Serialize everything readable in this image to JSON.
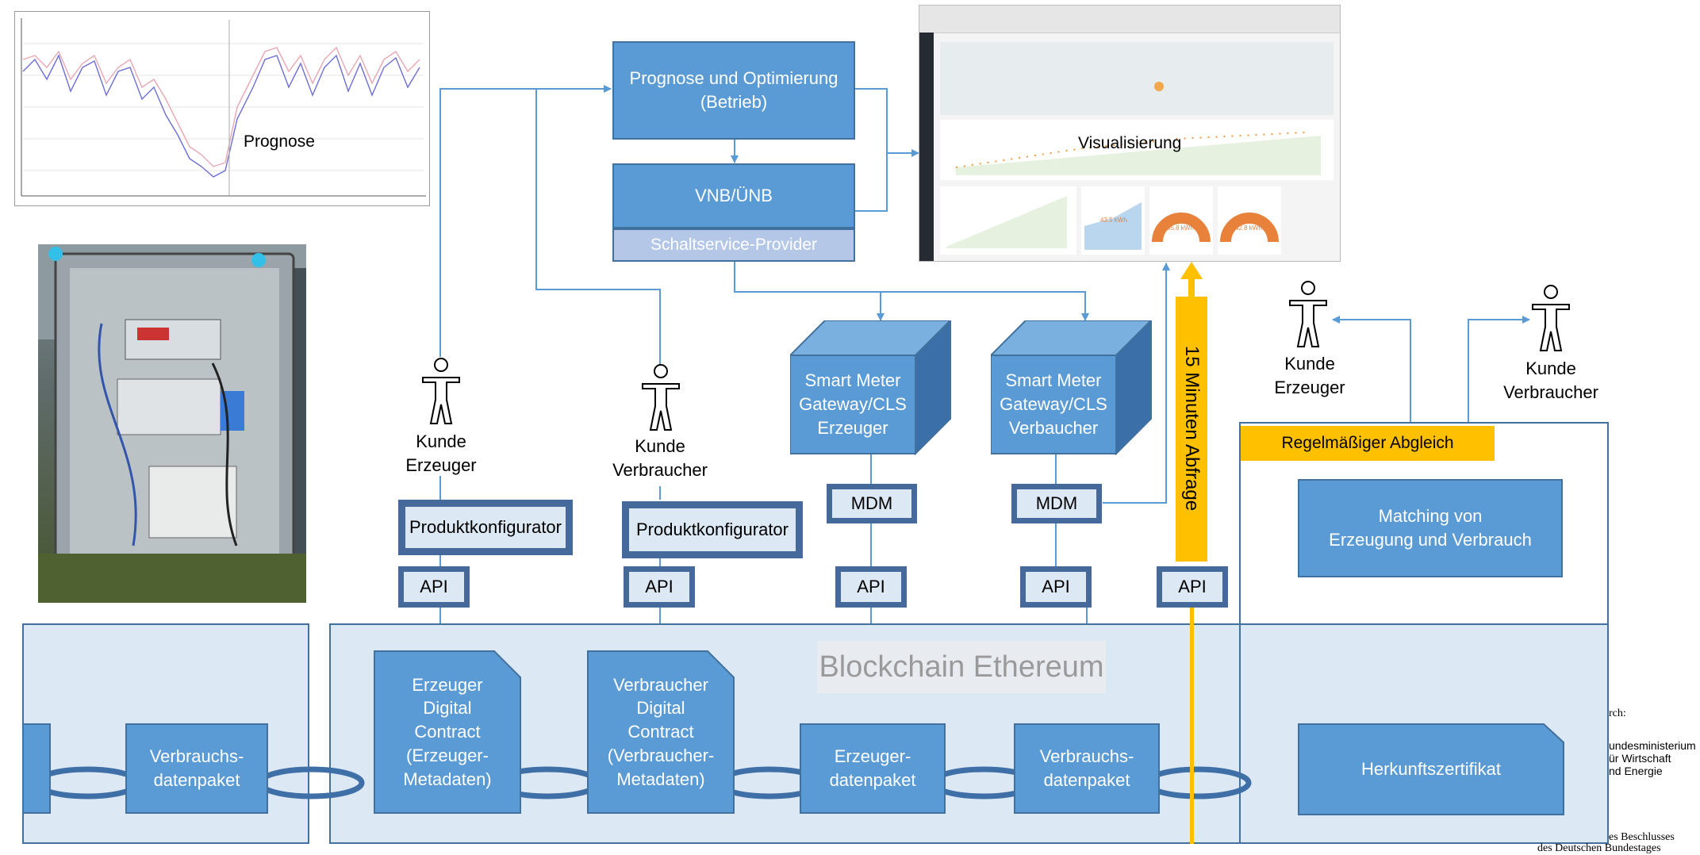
{
  "labels": {
    "prognose": "Prognose",
    "visualisierung": "Visualisierung",
    "blockchain": "Blockchain Ethereum",
    "abfrage": "15 Minuten Abfrage",
    "abgleich": "Regelmäßiger Abgleich"
  },
  "boxes": {
    "prognose_opt": "Prognose und Optimierung\n(Betrieb)",
    "vnb": "VNB/ÜNB",
    "schaltservice": "Schaltservice-Provider",
    "sm_erzeuger": "Smart Meter\nGateway/CLS\nErzeuger",
    "sm_verbraucher": "Smart Meter\nGateway/CLS\nVerbaucher",
    "matching": "Matching von\nErzeugung und Verbrauch",
    "erzeuger_contract": "Erzeuger\nDigital\nContract\n(Erzeuger-\nMetadaten)",
    "verbraucher_contract": "Verbraucher\nDigital\nContract\n(Verbraucher-\nMetadaten)",
    "erzeuger_paket": "Erzeuger-\ndatenpaket",
    "verbrauchs_paket": "Verbrauchs-\ndatenpaket",
    "verbrauchs_paket_left": "Verbrauchs-\ndatenpaket",
    "herkunft": "Herkunftszertifikat"
  },
  "frames": {
    "produkt1": "Produktkonfigurator",
    "produkt2": "Produktkonfigurator",
    "mdm1": "MDM",
    "mdm2": "MDM",
    "api1": "API",
    "api2": "API",
    "api3": "API",
    "api4": "API",
    "api5": "API"
  },
  "persons": {
    "p1": "Kunde\nErzeuger",
    "p2": "Kunde\nVerbraucher",
    "p3": "Kunde\nErzeuger",
    "p4": "Kunde\nVerbraucher"
  },
  "sponsor": {
    "line1": "rch:",
    "line2": "undesministerium",
    "line3": "ür Wirtschaft",
    "line4": "nd Energie",
    "line5": "es Beschlusses",
    "line6": "des Deutschen Bundestages"
  },
  "dashboard": {
    "kpi1": "43.5 kWh",
    "kpi2": "55.8 kWh",
    "kpi3": "42.8 kWh"
  },
  "colors": {
    "box_blue": "#5b9bd5",
    "panel_bg": "#dce8f4",
    "frame_dark": "#44699a",
    "accent_yellow": "#ffc000",
    "line_blue": "#5b9bd5"
  }
}
